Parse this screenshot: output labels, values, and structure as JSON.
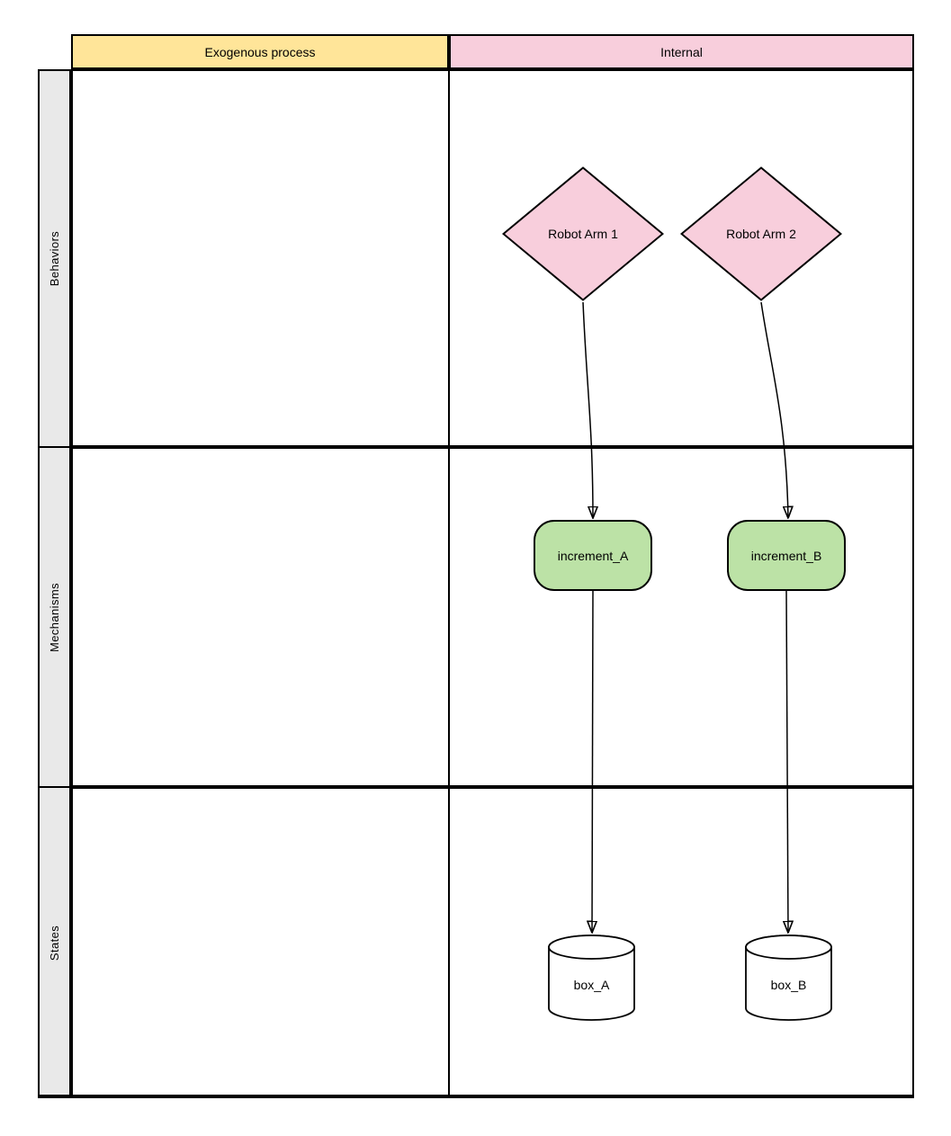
{
  "header": {
    "columns": [
      {
        "id": "exogenous",
        "label": "Exogenous process"
      },
      {
        "id": "internal",
        "label": "Internal"
      }
    ]
  },
  "rows": [
    {
      "id": "behaviors",
      "label": "Behaviors"
    },
    {
      "id": "mechanisms",
      "label": "Mechanisms"
    },
    {
      "id": "states",
      "label": "States"
    }
  ],
  "nodes": {
    "robot_arm_1": {
      "label": "Robot Arm 1",
      "shape": "diamond",
      "row": "Behaviors",
      "column": "Internal"
    },
    "robot_arm_2": {
      "label": "Robot Arm 2",
      "shape": "diamond",
      "row": "Behaviors",
      "column": "Internal"
    },
    "increment_a": {
      "label": "increment_A",
      "shape": "rounded-rectangle",
      "row": "Mechanisms",
      "column": "Internal"
    },
    "increment_b": {
      "label": "increment_B",
      "shape": "rounded-rectangle",
      "row": "Mechanisms",
      "column": "Internal"
    },
    "box_a": {
      "label": "box_A",
      "shape": "cylinder",
      "row": "States",
      "column": "Internal"
    },
    "box_b": {
      "label": "box_B",
      "shape": "cylinder",
      "row": "States",
      "column": "Internal"
    }
  },
  "edges": [
    {
      "from": "Robot Arm 1",
      "to": "increment_A",
      "arrow": "down"
    },
    {
      "from": "Robot Arm 2",
      "to": "increment_B",
      "arrow": "down"
    },
    {
      "from": "increment_A",
      "to": "box_A",
      "arrow": "down"
    },
    {
      "from": "increment_B",
      "to": "box_B",
      "arrow": "down"
    }
  ],
  "colors": {
    "header_exogenous": "#FFE599",
    "header_internal": "#F8CEDC",
    "diamond_fill": "#F8CEDC",
    "rounded_rect_fill": "#BCE2A6",
    "cylinder_fill": "#FFFFFF",
    "row_label_bg": "#E9E9E9",
    "stroke": "#000000"
  }
}
